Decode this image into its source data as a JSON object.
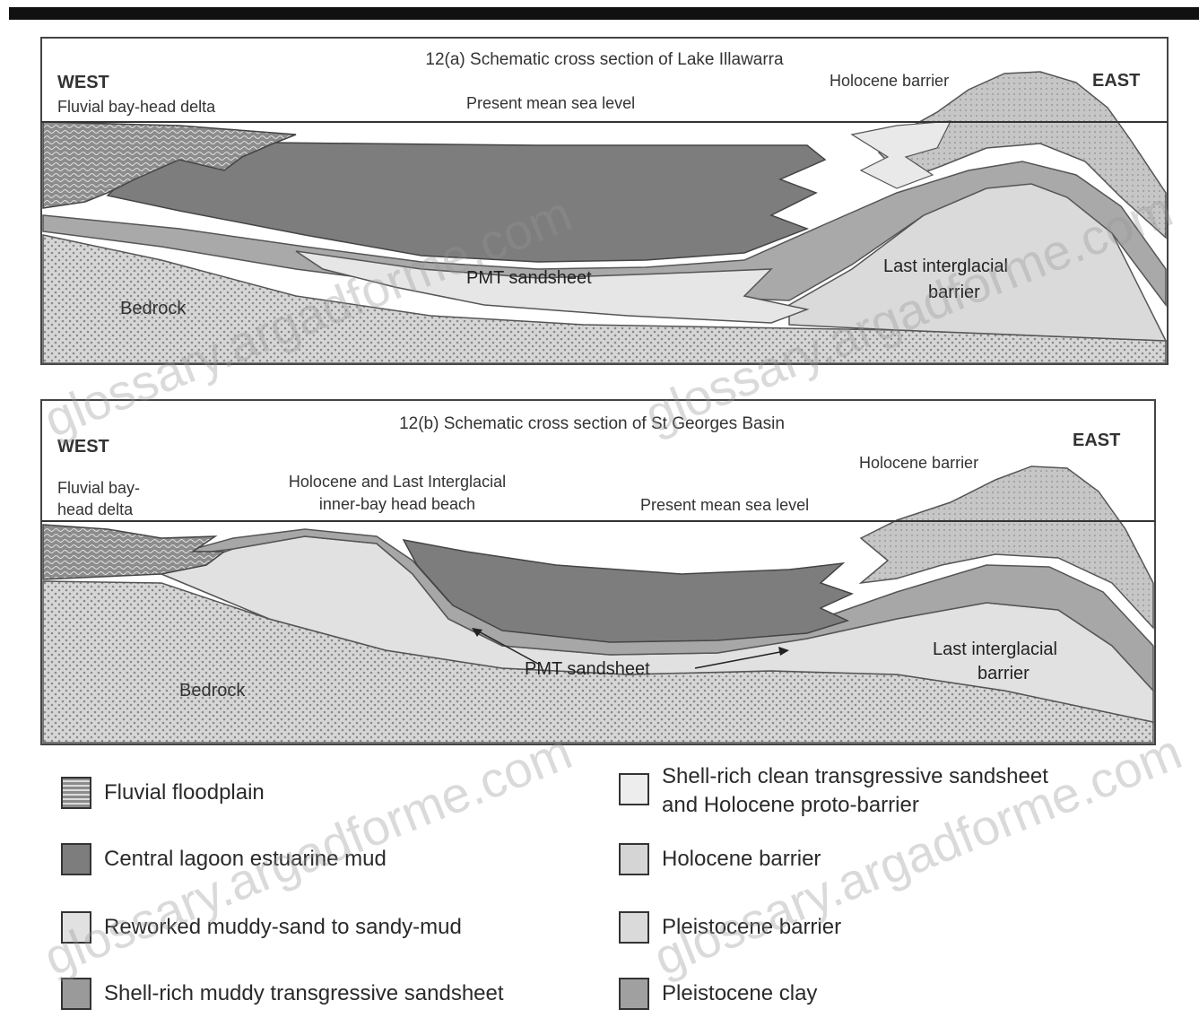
{
  "panel_a": {
    "title": "12(a) Schematic cross section of Lake Illawarra",
    "west": "WEST",
    "east": "EAST",
    "delta": "Fluvial bay-head delta",
    "sea_level": "Present mean sea level",
    "holocene_barrier": "Holocene barrier",
    "pmt": "PMT sandsheet",
    "last_interglacial_1": "Last interglacial",
    "last_interglacial_2": "barrier",
    "bedrock": "Bedrock"
  },
  "panel_b": {
    "title": "12(b) Schematic cross section of St Georges Basin",
    "west": "WEST",
    "east": "EAST",
    "delta_1": "Fluvial bay-",
    "delta_2": "head delta",
    "inner_beach_1": "Holocene and Last Interglacial",
    "inner_beach_2": "inner-bay head beach",
    "sea_level": "Present mean sea level",
    "holocene_barrier": "Holocene barrier",
    "pmt": "PMT sandsheet",
    "last_interglacial_1": "Last interglacial",
    "last_interglacial_2": "barrier",
    "bedrock": "Bedrock"
  },
  "legend": {
    "fluvial": "Fluvial floodplain",
    "lagoon": "Central lagoon estuarine mud",
    "reworked": "Reworked muddy-sand to sandy-mud",
    "muddy_sandsheet": "Shell-rich muddy transgressive sandsheet",
    "clean_sandsheet_1": "Shell-rich clean transgressive sandsheet",
    "clean_sandsheet_2": "and Holocene proto-barrier",
    "holocene_barrier": "Holocene barrier",
    "pleistocene_barrier": "Pleistocene barrier",
    "pleistocene_clay": "Pleistocene clay"
  },
  "watermark": "glossary.argadforme.com",
  "colors": {
    "lagoon_mud": "#7f7f7f",
    "muddy_sandsheet": "#a6a6a6",
    "clean_sandsheet": "#e3e3e3",
    "holocene_barrier": "#c9c9c9",
    "pleistocene_barrier": "#d7d7d7",
    "bedrock": "#cfcfcf"
  }
}
